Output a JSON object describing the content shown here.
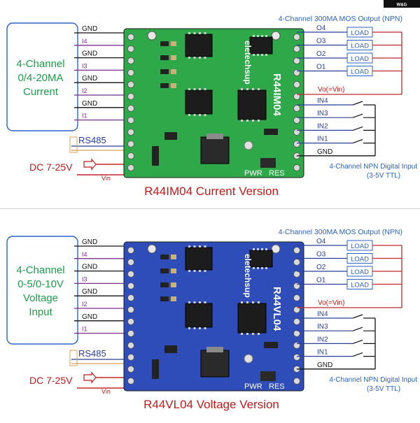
{
  "brand": "W&G",
  "colors": {
    "green_pcb": "#2fa84a",
    "blue_pcb": "#2f4db8",
    "wire_black": "#111111",
    "wire_purple": "#7a2f8f",
    "wire_red": "#c0282d",
    "wire_blue": "#2a3f9a",
    "text_blue": "#2b63c6",
    "text_red": "#c11b1b",
    "text_green": "#1e9d4b"
  },
  "top": {
    "block_title": [
      "4-Channel",
      "0/4-20MA",
      "Current"
    ],
    "inputs": [
      "GND",
      "I4",
      "GND",
      "I3",
      "GND",
      "I2",
      "GND",
      "I1"
    ],
    "rs485": "RS485",
    "power": "DC 7-25V",
    "vin": "Vin",
    "outputs_title": "4-Channel 300MA MOS Output (NPN)",
    "outputs": [
      "O4",
      "O3",
      "O2",
      "O1"
    ],
    "load": "LOAD",
    "vo": "Vo(=Vin)",
    "digital_inputs": [
      "IN4",
      "IN3",
      "IN2",
      "IN1",
      "GND"
    ],
    "digital_caption_1": "4-Channel NPN Digital Input",
    "digital_caption_2": "(3-5V TTL)",
    "pcb_label": "eletechsup",
    "pcb_model": "R44IM04",
    "pwr": "PWR",
    "res": "RES",
    "caption": "R44IM04 Current  Version"
  },
  "bottom": {
    "block_title": [
      "4-Channel",
      "0-5/0-10V",
      "Voltage",
      "Input"
    ],
    "inputs": [
      "GND",
      "I4",
      "GND",
      "I3",
      "GND",
      "I2",
      "GND",
      "I1"
    ],
    "rs485": "RS485",
    "power": "DC 7-25V",
    "vin": "Vin",
    "outputs_title": "4-Channel 300MA MOS Output (NPN)",
    "outputs": [
      "O4",
      "O3",
      "O2",
      "O1"
    ],
    "load": "LOAD",
    "vo": "Vo(=Vin)",
    "digital_inputs": [
      "IN4",
      "IN3",
      "IN2",
      "IN1",
      "GND"
    ],
    "digital_caption_1": "4-Channel NPN Digital Input",
    "digital_caption_2": "(3-5V TTL)",
    "pcb_label": "eletechsup",
    "pcb_model": "R44VL04",
    "pwr": "PWR",
    "res": "RES",
    "caption": "R44VL04 Voltage Version"
  }
}
